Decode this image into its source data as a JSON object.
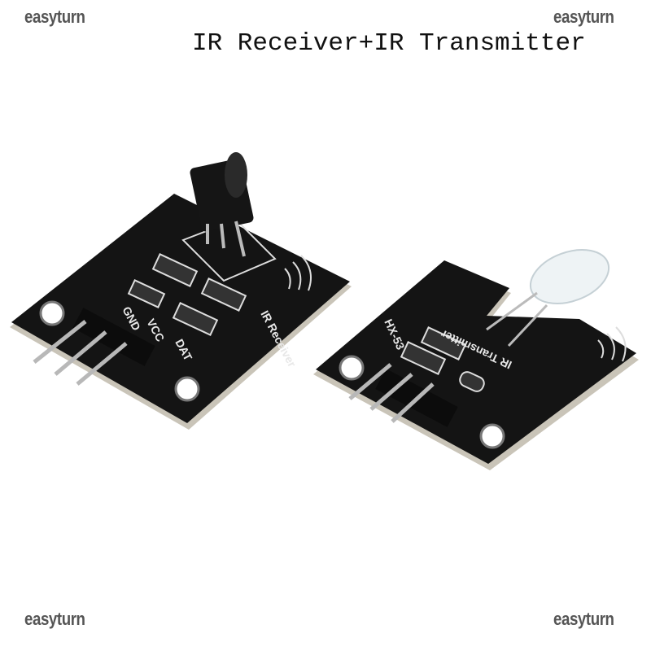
{
  "watermarks": [
    "easyturn",
    "easyturn",
    "easyturn",
    "easyturn"
  ],
  "title": "IR Receiver+IR Transmitter",
  "receiver_board": {
    "label": "IR Receiver",
    "pins": [
      "DAT",
      "VCC",
      "GND"
    ]
  },
  "transmitter_board": {
    "label": "IR Transmitter",
    "model": "HX-53"
  },
  "colors": {
    "pcb": "#111111",
    "pcb_edge": "#c9c4b8",
    "pin": "#b8b8b8",
    "text": "#111111"
  }
}
